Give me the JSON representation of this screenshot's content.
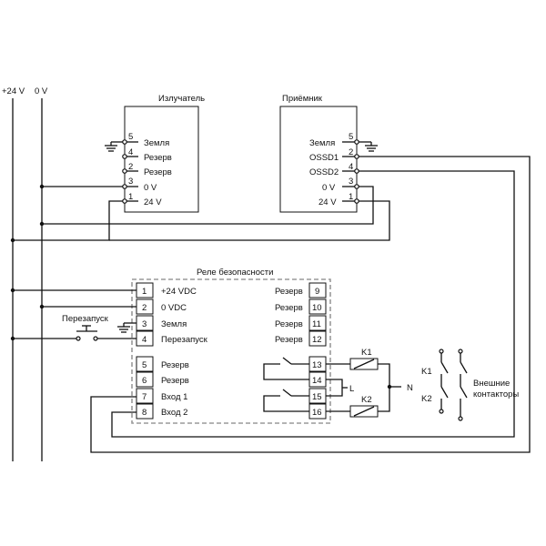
{
  "rails": {
    "plus24": "+24 V",
    "zero": "0 V"
  },
  "emitter": {
    "title": "Излучатель",
    "pins": [
      {
        "num": "5",
        "label": "Земля"
      },
      {
        "num": "4",
        "label": "Резерв"
      },
      {
        "num": "2",
        "label": "Резерв"
      },
      {
        "num": "3",
        "label": "0 V"
      },
      {
        "num": "1",
        "label": "24 V"
      }
    ]
  },
  "receiver": {
    "title": "Приёмник",
    "pins": [
      {
        "num": "5",
        "label": "Земля"
      },
      {
        "num": "2",
        "label": "OSSD1"
      },
      {
        "num": "4",
        "label": "OSSD2"
      },
      {
        "num": "3",
        "label": "0 V"
      },
      {
        "num": "1",
        "label": "24 V"
      }
    ]
  },
  "relay": {
    "title": "Реле безопасности",
    "left_terminals": [
      {
        "num": "1",
        "label": "+24 VDC"
      },
      {
        "num": "2",
        "label": "0 VDC"
      },
      {
        "num": "3",
        "label": "Земля"
      },
      {
        "num": "4",
        "label": "Перезапуск"
      },
      {
        "num": "5",
        "label": "Резерв"
      },
      {
        "num": "6",
        "label": "Резерв"
      },
      {
        "num": "7",
        "label": "Вход 1"
      },
      {
        "num": "8",
        "label": "Вход 2"
      }
    ],
    "right_terminals": [
      {
        "num": "9",
        "label": "Резерв"
      },
      {
        "num": "10",
        "label": "Резерв"
      },
      {
        "num": "11",
        "label": "Резерв"
      },
      {
        "num": "12",
        "label": "Резерв"
      },
      {
        "num": "13",
        "label": ""
      },
      {
        "num": "14",
        "label": ""
      },
      {
        "num": "15",
        "label": ""
      },
      {
        "num": "16",
        "label": ""
      }
    ]
  },
  "restart_button": {
    "label": "Перезапуск"
  },
  "coils": {
    "k1": "K1",
    "k2": "K2",
    "l": "L",
    "n": "N"
  },
  "contactors": {
    "k1": "K1",
    "k2": "K2",
    "line1": "Внешние",
    "line2": "контакторы"
  }
}
